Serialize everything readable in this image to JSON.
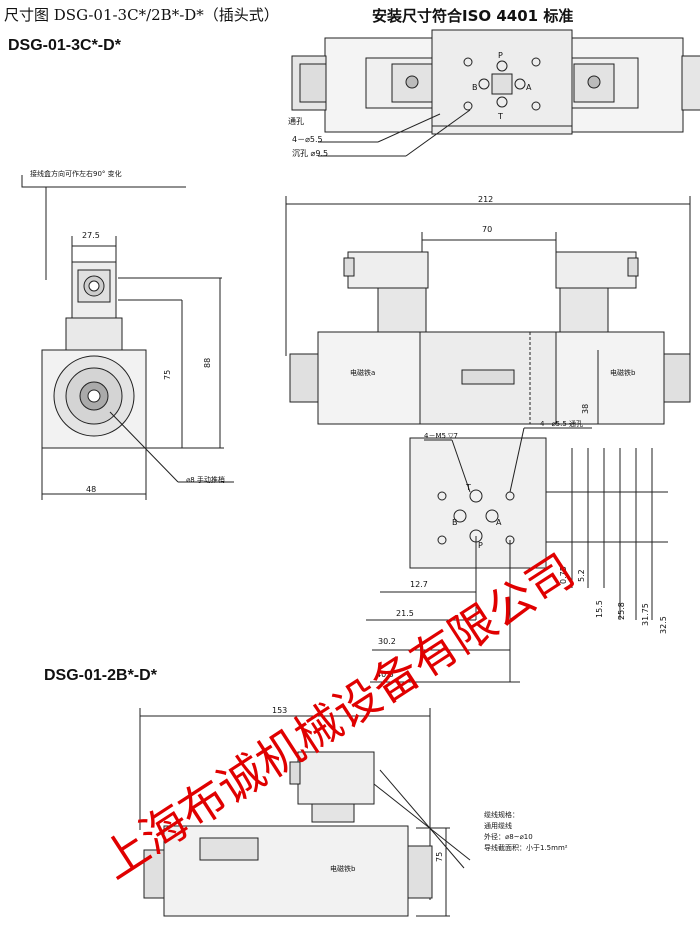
{
  "header": {
    "title_left": "尺寸图 DSG-01-3C*/2B*-D*（插头式）",
    "title_right": "安装尺寸符合ISO 4401 标准"
  },
  "models": {
    "top": "DSG-01-3C*-D*",
    "bottom": "DSG-01-2B*-D*"
  },
  "top_view": {
    "port_labels": {
      "p": "P",
      "a": "A",
      "b": "B",
      "t": "T"
    },
    "through_hole": "通孔",
    "holes": "4－⌀5.5",
    "counterbore": "沉孔 ⌀9.5"
  },
  "side_view": {
    "rotation_note": "接线盒方向可作左右90° 变化",
    "dim_width": "27.5",
    "dim_height_inner": "75",
    "dim_height_outer": "88",
    "dim_base": "48",
    "manual_override": "⌀8 手动推梢"
  },
  "front_view": {
    "dim_overall": "212",
    "dim_center": "70",
    "solenoid_a": "电磁铁a",
    "solenoid_b": "电磁铁b",
    "dim_38": "38"
  },
  "mount_pattern": {
    "dim_M5": "4－M5 ▽7",
    "through_holes": "4－⌀5.5 通孔",
    "port_labels": {
      "t": "T",
      "b": "B",
      "a": "A",
      "p": "P"
    },
    "h_dims": [
      "12.7",
      "21.5",
      "30.2",
      "40.5"
    ],
    "v_dims": [
      "0.75",
      "5.2",
      "15.5",
      "25.8",
      "31.75",
      "32.5"
    ]
  },
  "bottom_view": {
    "dim_153": "153",
    "dim_75": "75",
    "solenoid_b": "电磁铁b",
    "cable_title": "缆线规格：",
    "cable_type": "通用缆线",
    "cable_od": "外径：⌀8~⌀10",
    "cable_area": "导线截面积：小于1.5mm²"
  },
  "watermark": "上海布诚机械设备有限公司",
  "colors": {
    "line": "#222222",
    "body": "#f2f2f2",
    "dark": "#555555",
    "watermark": "#e00000"
  }
}
